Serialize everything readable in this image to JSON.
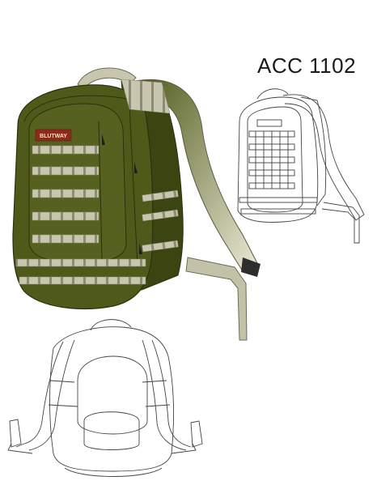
{
  "title": "ACC 1102",
  "brand_label": "BLUTWAY",
  "colors": {
    "olive_body": "#4f5a1a",
    "olive_dark": "#3c4512",
    "webbing": "#c8c6ae",
    "strap_gradient_start": "#4f5a1a",
    "strap_gradient_end": "#e8e6d0",
    "line_art": "#444444",
    "label_red": "#8c2a1c"
  },
  "views": [
    {
      "name": "front-color-view",
      "style": "olive"
    },
    {
      "name": "front-line-drawing",
      "style": "outline"
    },
    {
      "name": "back-line-drawing",
      "style": "outline"
    }
  ]
}
